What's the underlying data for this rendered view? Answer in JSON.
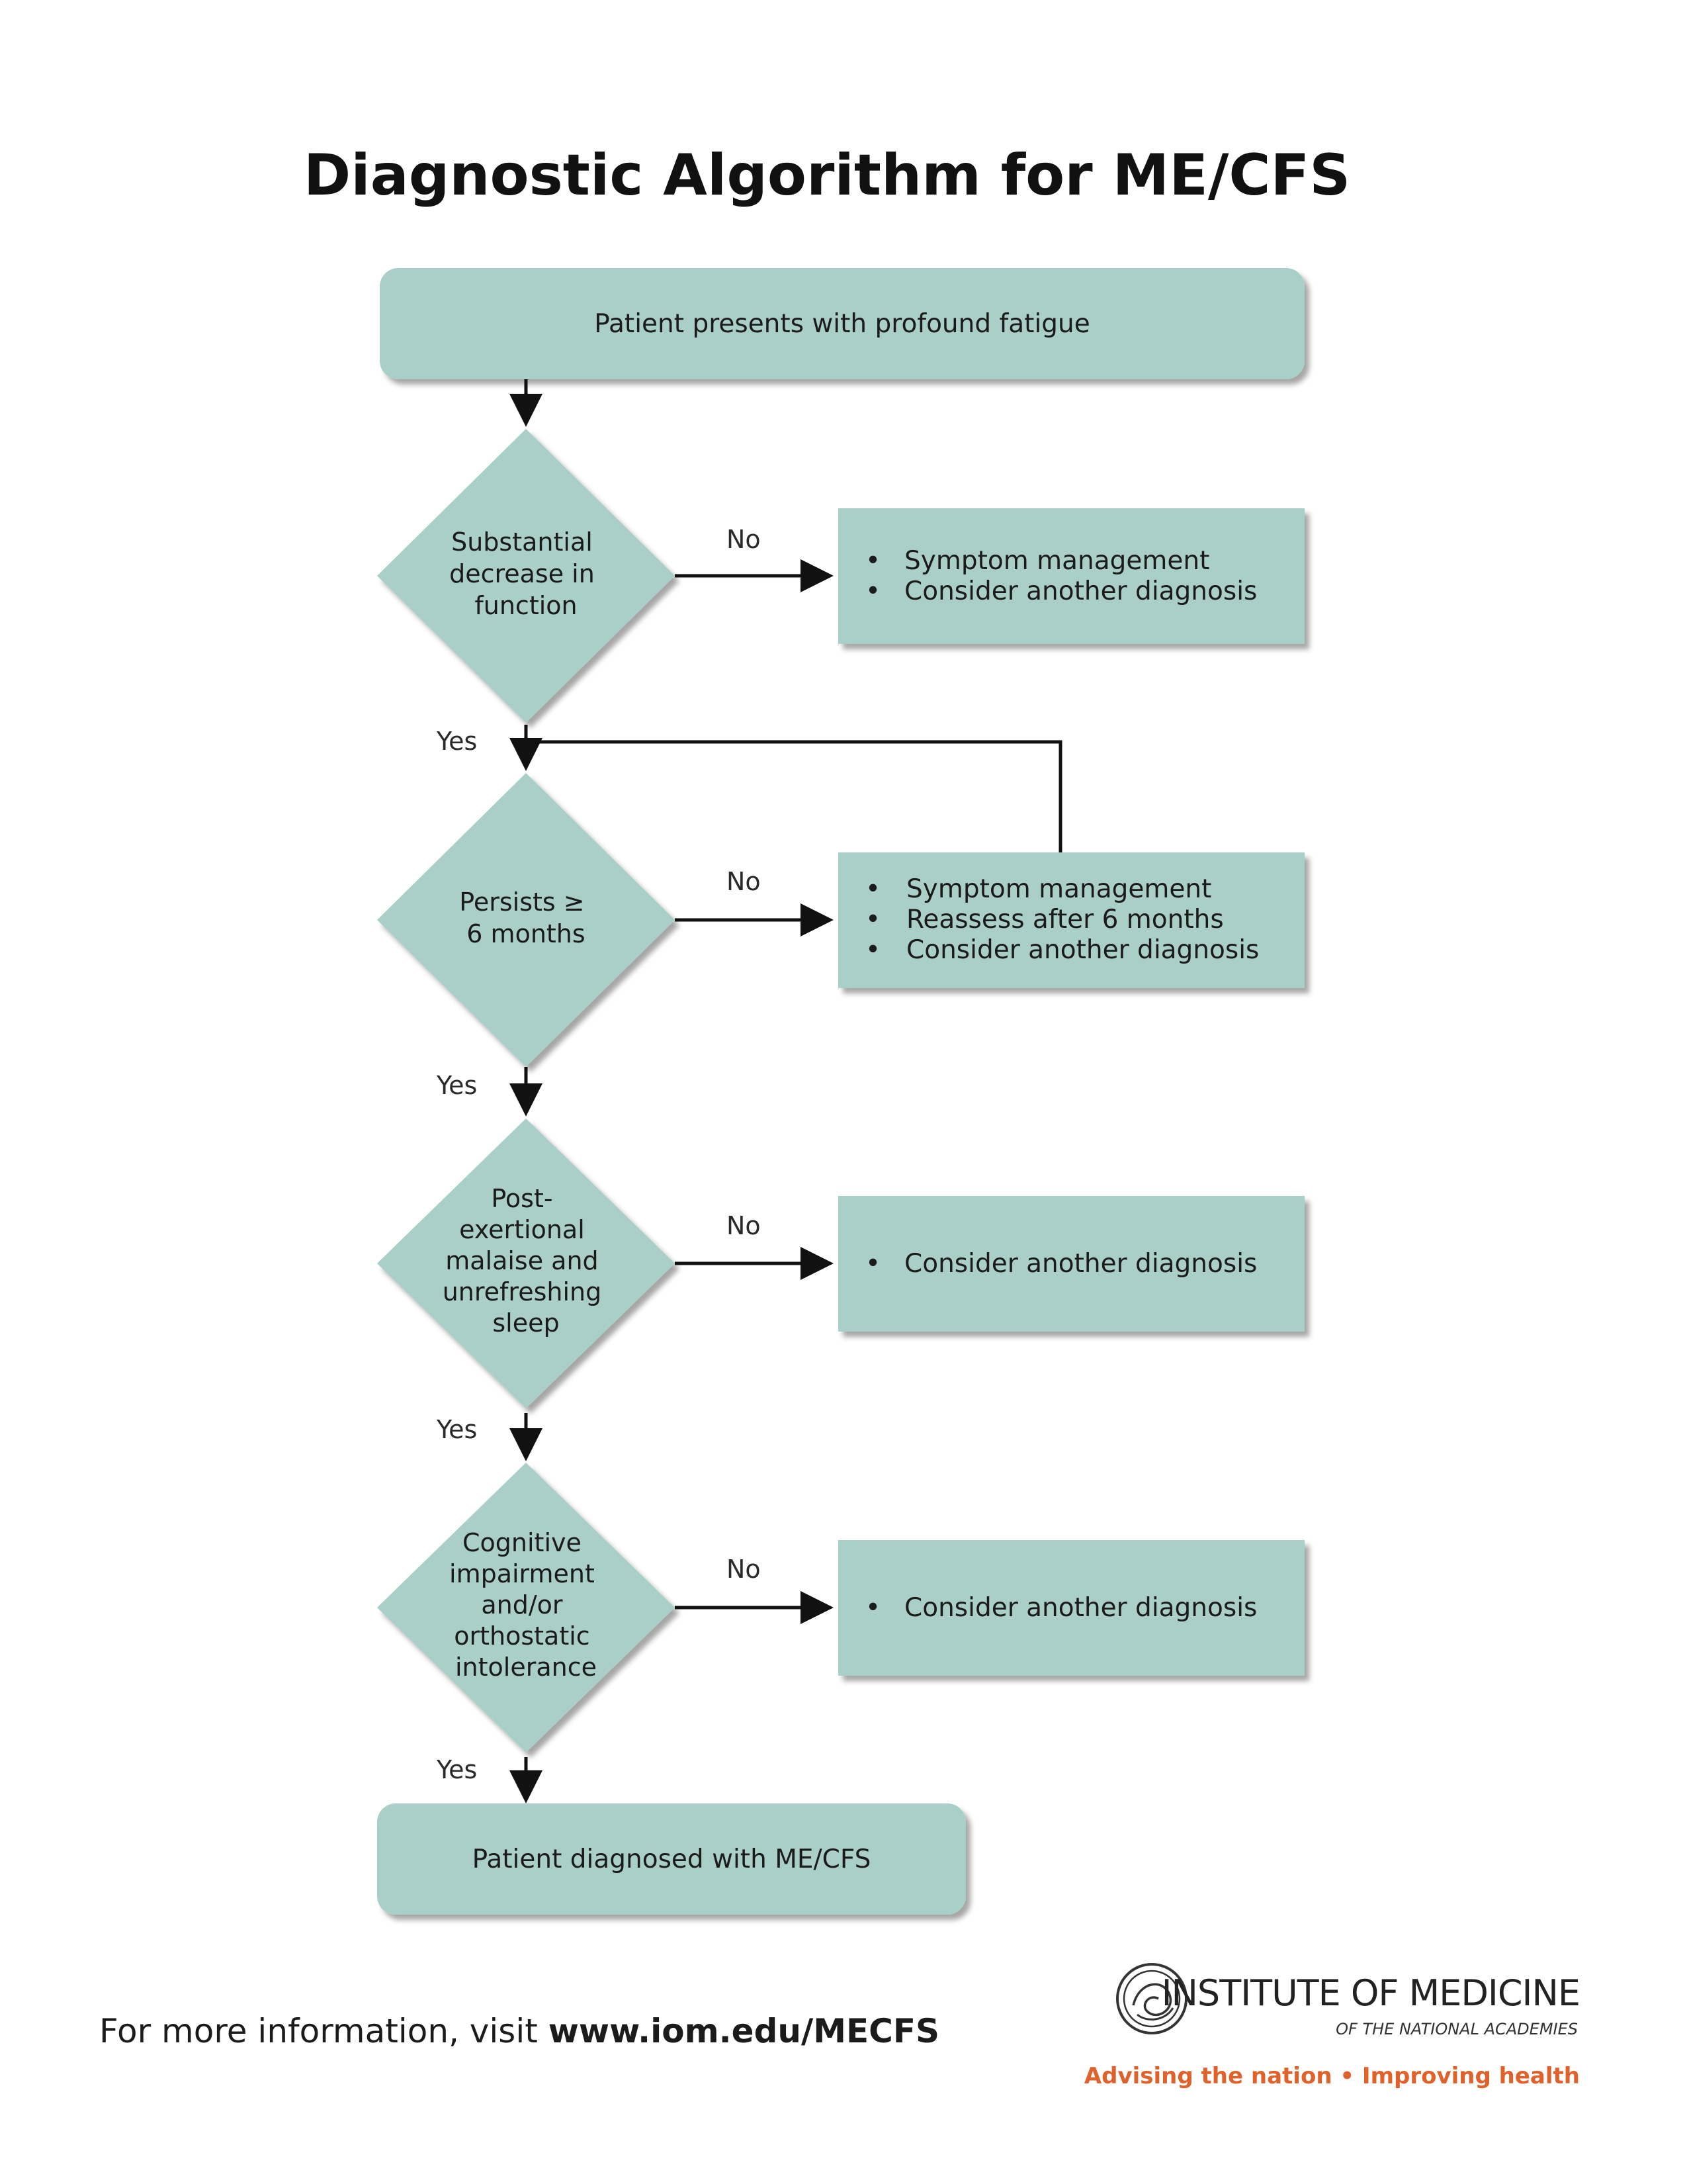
{
  "title": "Diagnostic Algorithm for ME/CFS",
  "colors": {
    "shape_fill": "#aacfc8",
    "line": "#111111",
    "tagline": "#e0612a"
  },
  "start_box": "Patient presents with profound fatigue",
  "decisions": [
    {
      "lines": [
        "Substantial",
        "decrease in",
        "function"
      ]
    },
    {
      "lines": [
        "Persists ≥",
        "6 months"
      ]
    },
    {
      "lines": [
        "Post-",
        "exertional",
        "malaise and",
        "unrefreshing",
        "sleep"
      ]
    },
    {
      "lines": [
        "Cognitive",
        "impairment",
        "and/or",
        "orthostatic",
        "intolerance"
      ]
    }
  ],
  "outcomes": [
    {
      "items": [
        "Symptom management",
        "Consider another diagnosis"
      ]
    },
    {
      "items": [
        "Symptom management",
        "Reassess after 6 months",
        "Consider another diagnosis"
      ]
    },
    {
      "items": [
        "Consider another diagnosis"
      ]
    },
    {
      "items": [
        "Consider another diagnosis"
      ]
    }
  ],
  "labels": {
    "no": "No",
    "yes": "Yes"
  },
  "end_box": "Patient diagnosed with ME/CFS",
  "footer": {
    "prefix": "For more information, visit ",
    "url": "www.iom.edu/MECFS"
  },
  "logo": {
    "name": "INSTITUTE OF MEDICINE",
    "subtitle": "OF THE NATIONAL ACADEMIES",
    "tagline": "Advising the nation • Improving health"
  }
}
